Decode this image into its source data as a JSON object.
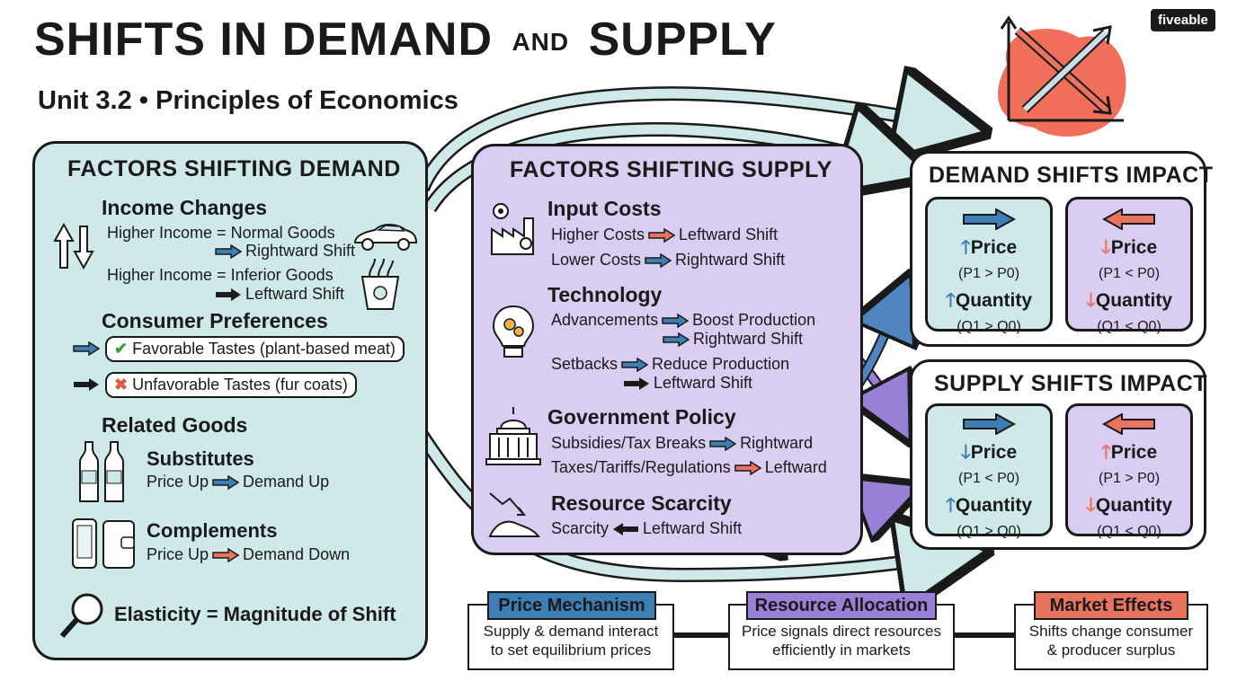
{
  "header": {
    "title_part1": "SHIFTS IN DEMAND",
    "title_and": "AND",
    "title_part2": "SUPPLY",
    "subtitle": "Unit 3.2 • Principles of Economics",
    "logo": "fiveable"
  },
  "colors": {
    "demand_panel": "#cfe9e8",
    "supply_panel": "#d9cdf1",
    "blue_arrow": "#3d7fb5",
    "red_arrow": "#e8735f",
    "orange_blob": "#f06e5a",
    "purple_label": "#9a7fd6"
  },
  "demand_panel": {
    "title": "FACTORS SHIFTING DEMAND",
    "income": {
      "heading": "Income Changes",
      "line1": "Higher Income = Normal Goods",
      "line1_result": "Rightward Shift",
      "line2": "Higher Income = Inferior Goods",
      "line2_result": "Leftward Shift"
    },
    "preferences": {
      "heading": "Consumer Preferences",
      "favorable": "Favorable Tastes (plant-based meat)",
      "unfavorable": "Unfavorable Tastes (fur coats)"
    },
    "related": {
      "heading": "Related Goods",
      "substitutes_heading": "Substitutes",
      "substitutes_left": "Price Up",
      "substitutes_right": "Demand Up",
      "complements_heading": "Complements",
      "complements_left": "Price Up",
      "complements_right": "Demand Down"
    },
    "elasticity": "Elasticity = Magnitude of Shift"
  },
  "supply_panel": {
    "title": "FACTORS SHIFTING SUPPLY",
    "input_costs": {
      "heading": "Input Costs",
      "line1_left": "Higher Costs",
      "line1_right": "Leftward Shift",
      "line2_left": "Lower Costs",
      "line2_right": "Rightward Shift"
    },
    "technology": {
      "heading": "Technology",
      "adv_left": "Advancements",
      "adv_right": "Boost Production",
      "adv_result": "Rightward Shift",
      "set_left": "Setbacks",
      "set_right": "Reduce Production",
      "set_result": "Leftward Shift"
    },
    "government": {
      "heading": "Government Policy",
      "line1_left": "Subsidies/Tax Breaks",
      "line1_right": "Rightward",
      "line2_left": "Taxes/Tariffs/Regulations",
      "line2_right": "Leftward"
    },
    "scarcity": {
      "heading": "Resource Scarcity",
      "left": "Scarcity",
      "right": "Leftward Shift"
    }
  },
  "demand_impact": {
    "title": "DEMAND SHIFTS IMPACT",
    "right": {
      "price": "Price",
      "price_rel": "(P1 > P0)",
      "quantity": "Quantity",
      "qty_rel": "(Q1 > Q0)"
    },
    "left": {
      "price": "Price",
      "price_rel": "(P1 < P0)",
      "quantity": "Quantity",
      "qty_rel": "(Q1 < Q0)"
    }
  },
  "supply_impact": {
    "title": "SUPPLY SHIFTS IMPACT",
    "right": {
      "price": "Price",
      "price_rel": "(P1 < P0)",
      "quantity": "Quantity",
      "qty_rel": "(Q1 > Q0)"
    },
    "left": {
      "price": "Price",
      "price_rel": "(P1 > P0)",
      "quantity": "Quantity",
      "qty_rel": "(Q1 < Q0)"
    }
  },
  "flow": [
    {
      "label": "Price Mechanism",
      "text1": "Supply & demand interact",
      "text2": "to set equilibrium prices"
    },
    {
      "label": "Resource Allocation",
      "text1": "Price signals direct resources",
      "text2": "efficiently in markets"
    },
    {
      "label": "Market Effects",
      "text1": "Shifts change consumer",
      "text2": "& producer surplus"
    }
  ]
}
